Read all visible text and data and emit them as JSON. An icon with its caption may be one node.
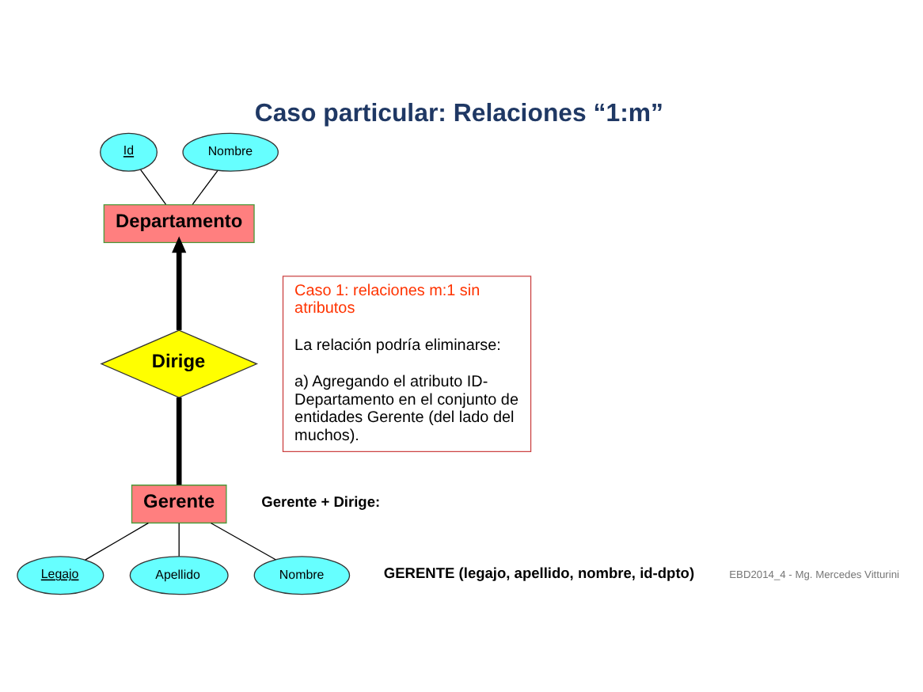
{
  "diagram": {
    "title": "Caso particular: Relaciones “1:m”",
    "caption": "EBD2014_4 - Mg. Mercedes Vitturini",
    "nodes": [
      {
        "text": [
          "Id"
        ]
      },
      {
        "text": [
          "Nombre"
        ]
      },
      {
        "text": [
          "Departamento"
        ]
      },
      {
        "text": [
          "Dirige"
        ]
      },
      {
        "text": [
          "Gerente"
        ]
      },
      {
        "text": [
          "Legajo"
        ]
      },
      {
        "text": [
          "Apellido"
        ]
      },
      {
        "text": [
          "Nombre"
        ]
      },
      {
        "text": [
          "Caso 1: relaciones m:1 sin atributos",
          "La relación podría eliminarse:",
          "a) Agregando el atributo ID-Departamento en el conjunto de entidades Gerente (del lado del muchos)."
        ]
      }
    ],
    "edges": [
      {
        "from": 2,
        "to": 0,
        "arrow": "none"
      },
      {
        "from": 2,
        "to": 1,
        "arrow": "none"
      },
      {
        "from": 3,
        "to": 2,
        "arrow": "to",
        "style": "thick"
      },
      {
        "from": 4,
        "to": 3,
        "arrow": "none",
        "style": "thick"
      },
      {
        "from": 5,
        "to": 4,
        "arrow": "none"
      },
      {
        "from": 6,
        "to": 4,
        "arrow": "none"
      },
      {
        "from": 7,
        "to": 4,
        "arrow": "none"
      }
    ],
    "labels": [
      "Gerente + Dirige:",
      "GERENTE (legajo, apellido, nombre, id-dpto)"
    ]
  }
}
